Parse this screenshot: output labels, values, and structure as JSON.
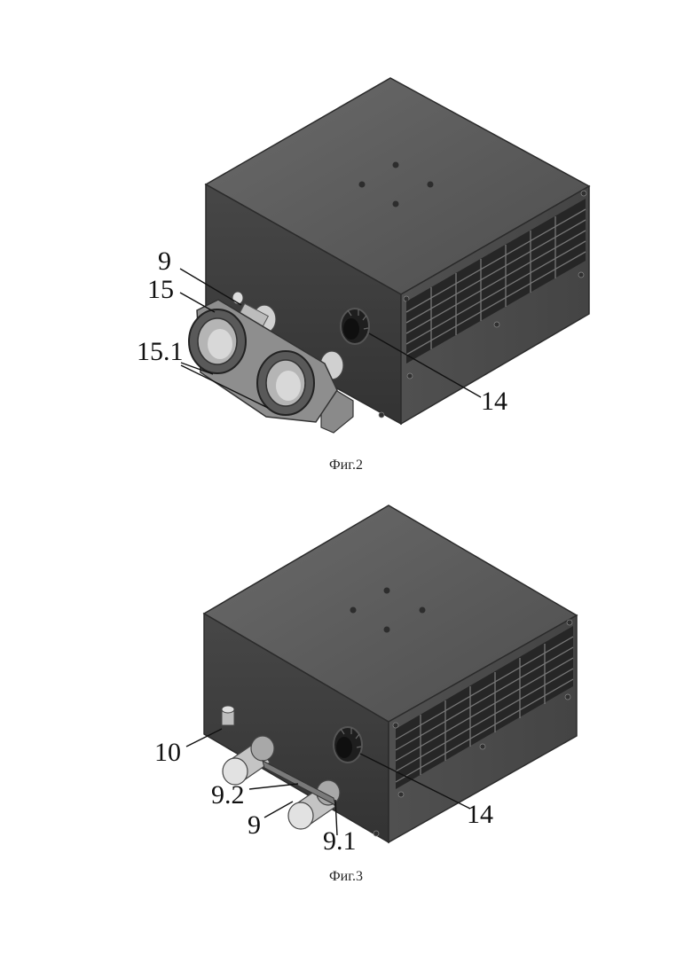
{
  "figures": [
    {
      "caption": "Фиг.2",
      "labels": {
        "l9": "9",
        "l15": "15",
        "l15_1": "15.1",
        "l14": "14"
      }
    },
    {
      "caption": "Фиг.3",
      "labels": {
        "l10": "10",
        "l9_2": "9.2",
        "l9": "9",
        "l9_1": "9.1",
        "l14": "14"
      }
    }
  ],
  "colors": {
    "top_face": "#5a5a5a",
    "left_face": "#3e3e3e",
    "right_face": "#4a4a4a",
    "grille": "#2a2a2a",
    "flange": "#9a9a9a",
    "pipe": "#c8c8c8"
  }
}
